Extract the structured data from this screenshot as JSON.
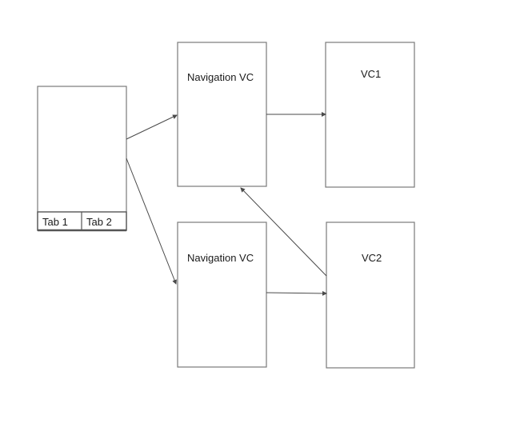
{
  "diagram": {
    "tabbar": {
      "tabs": [
        {
          "label": "Tab 1"
        },
        {
          "label": "Tab 2"
        }
      ]
    },
    "nodes": {
      "nav_top": {
        "label": "Navigation VC"
      },
      "vc1": {
        "label": "VC1"
      },
      "nav_bottom": {
        "label": "Navigation VC"
      },
      "vc2": {
        "label": "VC2"
      }
    },
    "edges": [
      {
        "from": "tabbar",
        "to": "nav_top"
      },
      {
        "from": "tabbar",
        "to": "nav_bottom"
      },
      {
        "from": "nav_top",
        "to": "vc1"
      },
      {
        "from": "nav_bottom",
        "to": "vc2"
      },
      {
        "from": "vc2",
        "to": "nav_top"
      }
    ],
    "colors": {
      "box_border": "#7a7a7a",
      "arrow": "#4a4a4a",
      "text": "#1a1a1a"
    }
  }
}
